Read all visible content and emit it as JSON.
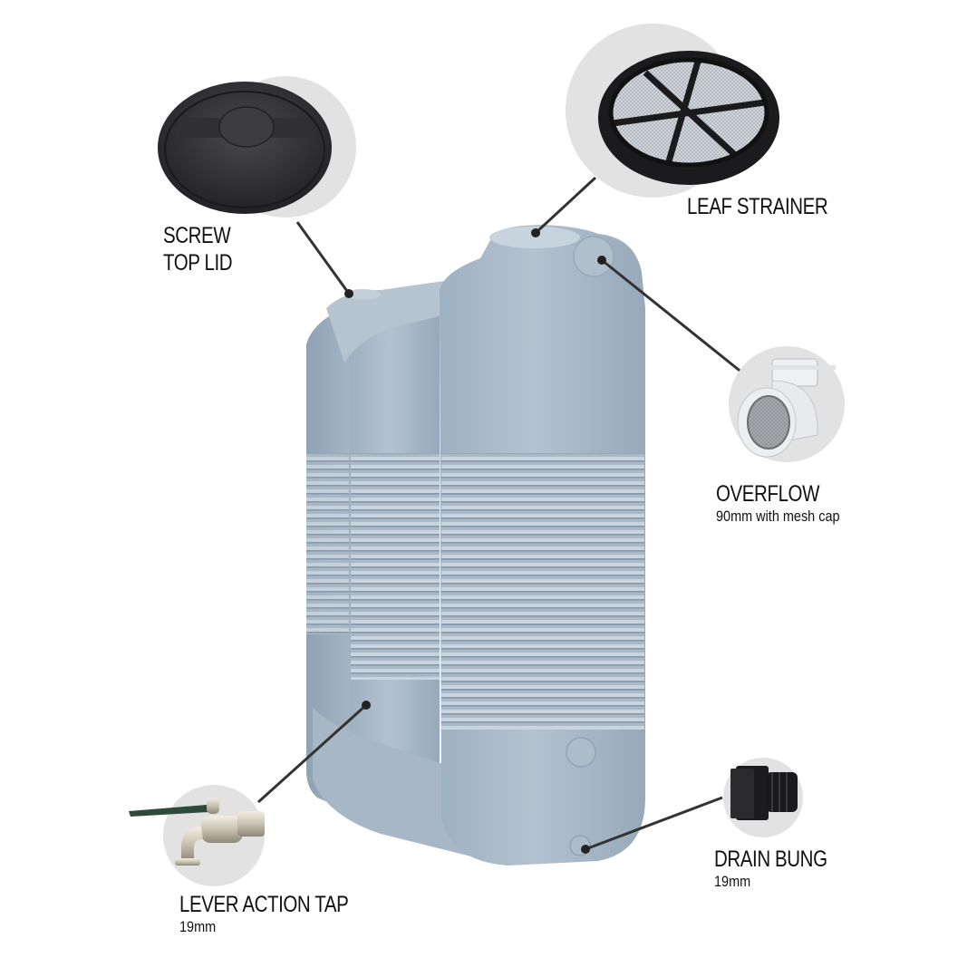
{
  "diagram": {
    "subject": "Slimline water tank",
    "colors": {
      "tank_body": "#a9b8c6",
      "tank_shadow": "#8fa1b2",
      "ribs": "#c4d0da",
      "callout_circle": "#e2e2e2",
      "connector_line": "#333333",
      "label_text": "#111111"
    },
    "callouts": [
      {
        "id": "screw-top-lid",
        "title_lines": [
          "SCREW",
          "TOP LID"
        ],
        "subtitle": ""
      },
      {
        "id": "leaf-strainer",
        "title_lines": [
          "LEAF STRAINER"
        ],
        "subtitle": ""
      },
      {
        "id": "overflow",
        "title_lines": [
          "OVERFLOW"
        ],
        "subtitle": "90mm with mesh cap"
      },
      {
        "id": "lever-action-tap",
        "title_lines": [
          "LEVER ACTION TAP"
        ],
        "subtitle": "19mm"
      },
      {
        "id": "drain-bung",
        "title_lines": [
          "DRAIN BUNG"
        ],
        "subtitle": "19mm"
      }
    ]
  }
}
